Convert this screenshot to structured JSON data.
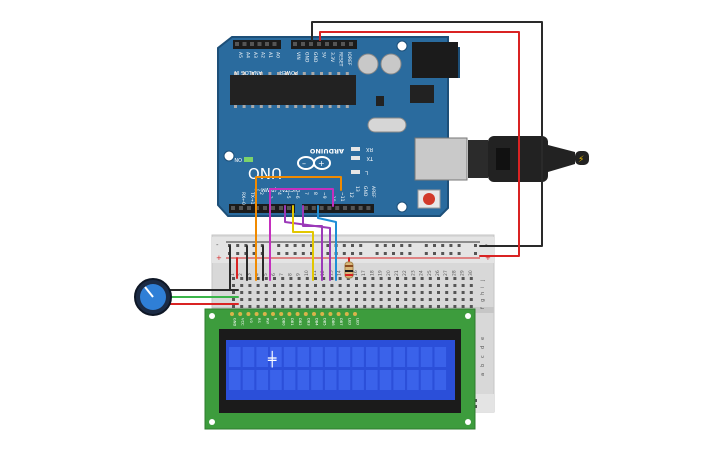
{
  "arduino": {
    "brand": "ARDUINO",
    "model": "UNO",
    "on_label": "ON",
    "power_label": "POWER",
    "analog_label": "ANALOG IN",
    "digital_label": "DIGITAL (PWM~)",
    "tx_label": "TX",
    "rx_label": "RX",
    "l_label": "L",
    "aref_label": "AREF",
    "gnd_label": "GND",
    "pin13_label": "13",
    "analog_pins": [
      "A5",
      "A4",
      "A3",
      "A2",
      "A1",
      "A0"
    ],
    "power_pins": [
      "VIN",
      "GND",
      "GND",
      "5V",
      "3.3V",
      "RESET",
      "IOREF"
    ],
    "digital_pins": [
      "12",
      "~11",
      "~10",
      "~9",
      "8",
      "7",
      "~6",
      "~5",
      "4",
      "~3",
      "2",
      "TX→1",
      "RX←0"
    ],
    "colors": {
      "board": "#2a6b9e",
      "board_dark": "#1d4f78"
    }
  },
  "breadboard": {
    "column_numbers": [
      "1",
      "2",
      "3",
      "4",
      "5",
      "6",
      "7",
      "8",
      "9",
      "10",
      "11",
      "12",
      "13",
      "14",
      "15",
      "16",
      "17",
      "18",
      "19",
      "20",
      "21",
      "22",
      "23",
      "24",
      "25",
      "26",
      "27",
      "28",
      "29",
      "30"
    ],
    "row_letters_top": [
      "j",
      "i",
      "h",
      "g",
      "f"
    ],
    "row_letters_bottom": [
      "e",
      "d",
      "c",
      "b",
      "a"
    ],
    "rail_plus": "+",
    "rail_minus": "-"
  },
  "lcd": {
    "pin_labels": [
      "GND",
      "VCC",
      "V0",
      "RS",
      "RW",
      "E",
      "DB0",
      "DB1",
      "DB2",
      "DB3",
      "DB4",
      "DB5",
      "DB6",
      "DB7",
      "LED",
      "LED"
    ],
    "screen_color": "#2b4fd9",
    "cell_color": "#3a62ea",
    "glyph": "╪"
  },
  "wire_colors": {
    "red": "#d92323",
    "black": "#2a2a2a",
    "orange": "#f08a00",
    "purple": "#9b39b8",
    "magenta": "#c42fbe",
    "yellow": "#e2c700",
    "blue": "#1e8fd6",
    "green": "#3bb54a",
    "grey": "#8a8a8a"
  }
}
